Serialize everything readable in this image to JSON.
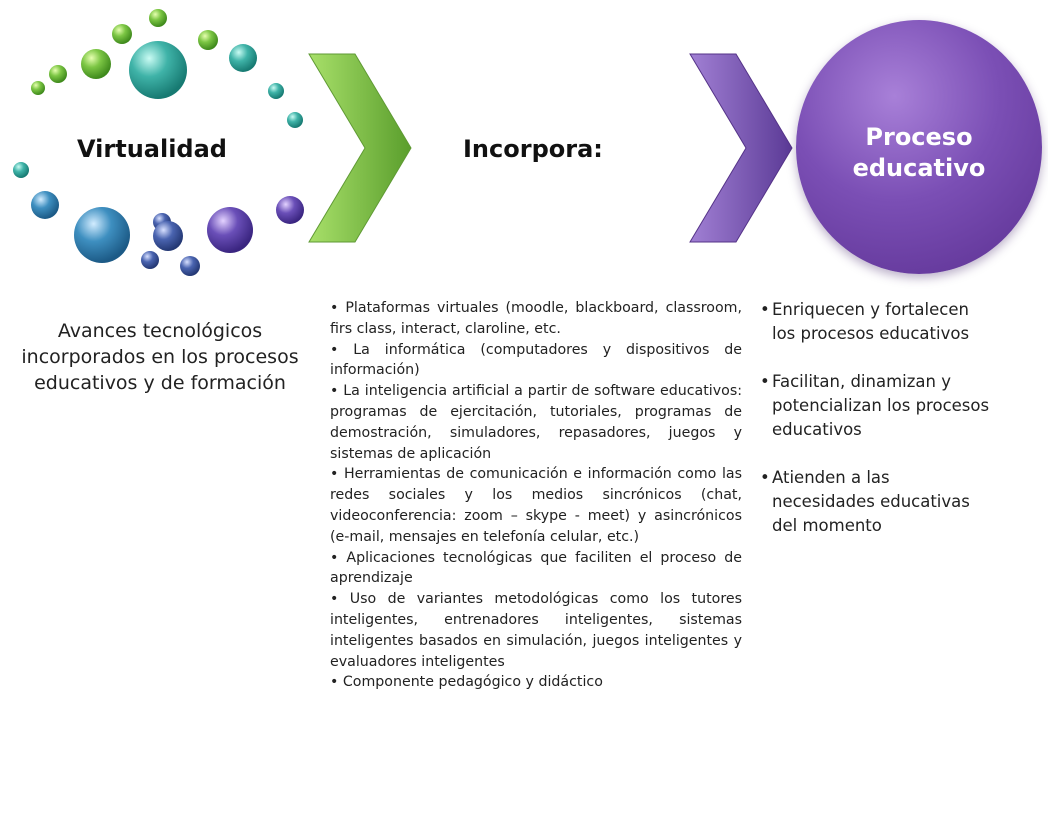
{
  "stages": [
    {
      "title": "Virtualidad"
    },
    {
      "title": "Incorpora:"
    },
    {
      "title": "Proceso\neducativo"
    }
  ],
  "left_text": "Avances tecnológicos incorporados en los procesos educativos y de formación",
  "middle_items": [
    "• Plataformas virtuales (moodle, blackboard, classroom, firs class, interact, claroline, etc.",
    "• La informática (computadores y dispositivos de información)",
    "• La inteligencia artificial a partir de software educativos: programas de ejercitación, tutoriales, programas de demostración, simuladores, repasadores, juegos y sistemas de aplicación",
    "• Herramientas de comunicación e información como las redes sociales y los medios sincrónicos (chat, videoconferencia: zoom – skype - meet) y asincrónicos (e-mail, mensajes en telefonía celular, etc.)",
    "• Aplicaciones tecnológicas que faciliten el proceso de aprendizaje",
    "• Uso de variantes metodológicas como los tutores inteligentes, entrenadores inteligentes, sistemas inteligentes basados en simulación, juegos inteligentes y evaluadores inteligentes",
    "• Componente pedagógico y didáctico"
  ],
  "right_items": [
    "Enriquecen y fortalecen\nlos procesos educativos",
    "Facilitan, dinamizan y\npotencializan los procesos\neducativos",
    "Atienden a las\nnecesidades educativas\ndel momento"
  ],
  "colors": {
    "green": "#7cc644",
    "teal": "#3aa6a0",
    "blue": "#3e8fc0",
    "purple": "#6a3fa8"
  }
}
